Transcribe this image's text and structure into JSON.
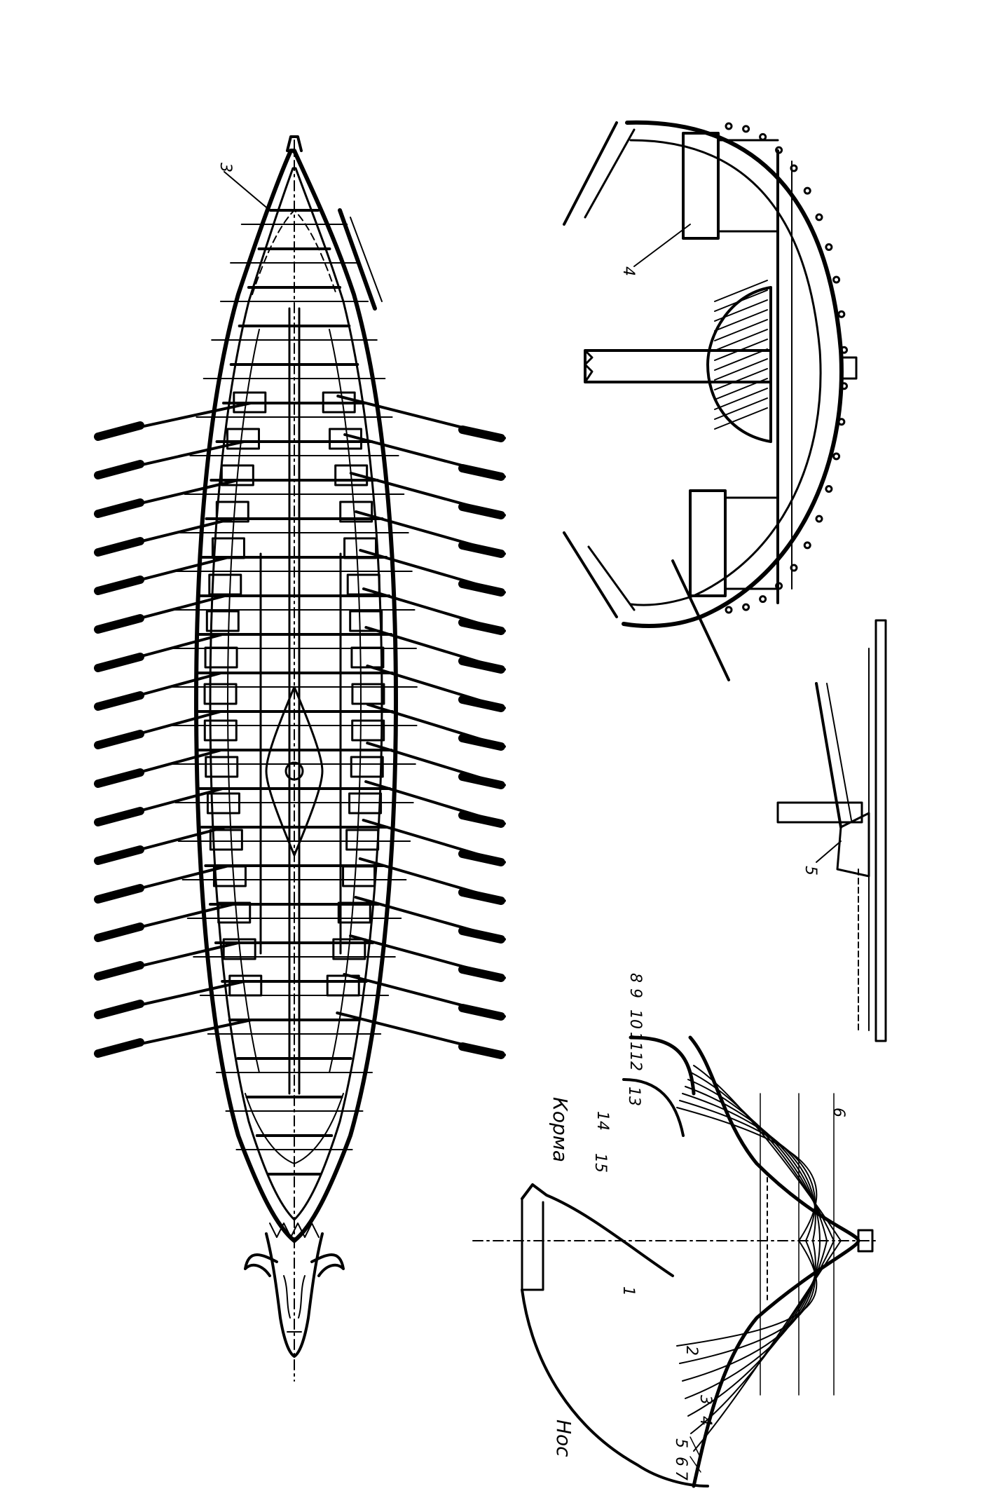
{
  "labels": {
    "bow": "Нос",
    "stern": "Корма",
    "n1": "1",
    "n2": "2",
    "n3": "3",
    "n4": "4",
    "n5": "5",
    "n6": "6",
    "n7": "7",
    "n8": "8",
    "n9": "9",
    "n10": "10",
    "n11": "11",
    "n12": "12",
    "n13": "13",
    "n14": "14",
    "n15": "15",
    "n6b": "6",
    "n5b": "5",
    "n3plan": "3",
    "n4sec": "4",
    "n5side": "5"
  },
  "oars": {
    "per_side": 17
  },
  "colors": {
    "ink": "#000000",
    "paper": "#ffffff",
    "hatch": "#000000"
  }
}
